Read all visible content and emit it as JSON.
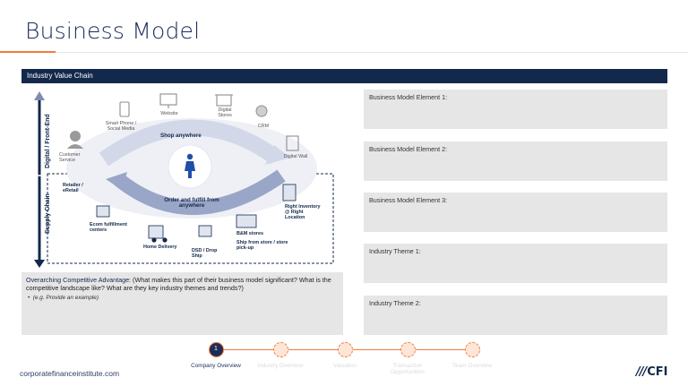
{
  "page": {
    "title": "Business Model"
  },
  "banner": {
    "label": "Industry Value Chain"
  },
  "diagram": {
    "axis_top": "Digital / Front-End",
    "axis_bottom": "Supply Chain",
    "shop_anywhere": "Shop anywhere",
    "order_fulfill": "Order and fulfill from anywhere",
    "nodes": {
      "smart_phone": "Smart Phone / Social Media",
      "website": "Website",
      "digital_stores": "Digital Stores",
      "crm": "CRM",
      "customer_service": "Customer Service",
      "digital_wall": "Digital Wall",
      "retailer": "Retailer / eRetail",
      "right_inventory": "Right Inventory @ Right Location",
      "ecom_fulfillment": "Ecom fulfillment centers",
      "home_delivery": "Home Delivery",
      "dsd": "DSD / Drop Ship",
      "bm_stores": "B&M stores",
      "ship_from_store": "Ship from store / store pick-up"
    },
    "colors": {
      "navy": "#13294b",
      "light_blue": "#d7dceb",
      "mid_blue": "#9aa6c7",
      "figure": "#1f4fa8"
    }
  },
  "advantage": {
    "heading": "Overarching Competitive Advantage:",
    "text": " (What makes this part of their business model significant? What is the competitive landscape like? What are they key industry themes and trends?)",
    "bullet": "(e.g. Provide an example)"
  },
  "elements": [
    {
      "label": "Business Model Element 1:"
    },
    {
      "label": "Business Model Element 2:"
    },
    {
      "label": "Business Model Element 3:"
    },
    {
      "label": "Industry Theme 1:"
    },
    {
      "label": "Industry Theme 2:"
    }
  ],
  "stepper": {
    "active_number": "1",
    "steps": [
      {
        "label": "Company Overview"
      },
      {
        "label": "Industry Overview"
      },
      {
        "label": "Valuation"
      },
      {
        "label": "Transaction Opportunities"
      },
      {
        "label": "Team Overview"
      }
    ]
  },
  "footer": {
    "url": "corporatefinanceinstitute.com",
    "logo": "CFI",
    "accent": "#ef7c3c"
  }
}
